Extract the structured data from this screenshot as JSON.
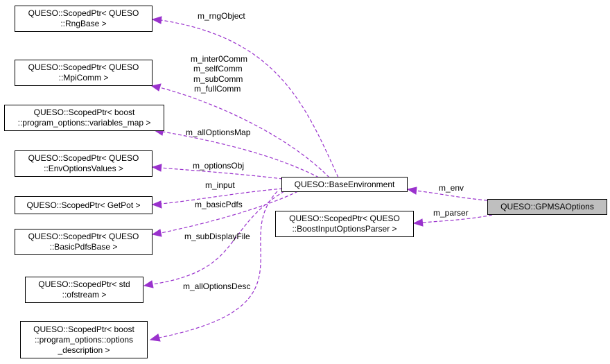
{
  "colors": {
    "edge": "#9a32cd",
    "node_border": "#000000",
    "highlight_fill": "#bfbfbf"
  },
  "nodes": {
    "rng": {
      "line1": "QUESO::ScopedPtr< QUESO",
      "line2": "::RngBase >"
    },
    "mpi": {
      "line1": "QUESO::ScopedPtr< QUESO",
      "line2": "::MpiComm >"
    },
    "varmap": {
      "line1": "QUESO::ScopedPtr< boost",
      "line2": "::program_options::variables_map >"
    },
    "envopts": {
      "line1": "QUESO::ScopedPtr< QUESO",
      "line2": "::EnvOptionsValues >"
    },
    "getpot": {
      "line1": "QUESO::ScopedPtr< GetPot >"
    },
    "basicpdfs": {
      "line1": "QUESO::ScopedPtr< QUESO",
      "line2": "::BasicPdfsBase >"
    },
    "ofstream": {
      "line1": "QUESO::ScopedPtr< std",
      "line2": "::ofstream >"
    },
    "optdesc": {
      "line1": "QUESO::ScopedPtr< boost",
      "line2": "::program_options::options",
      "line3": "_description >"
    },
    "baseenv": {
      "line1": "QUESO::BaseEnvironment"
    },
    "parser": {
      "line1": "QUESO::ScopedPtr< QUESO",
      "line2": "::BoostInputOptionsParser >"
    },
    "gpmsa": {
      "line1": "QUESO::GPMSAOptions"
    }
  },
  "labels": {
    "rng": "m_rngObject",
    "comm1": "m_inter0Comm",
    "comm2": "m_selfComm",
    "comm3": "m_subComm",
    "comm4": "m_fullComm",
    "varmap": "m_allOptionsMap",
    "envopts": "m_optionsObj",
    "input": "m_input",
    "basicpdfs": "m_basicPdfs",
    "display": "m_subDisplayFile",
    "optdesc": "m_allOptionsDesc",
    "env": "m_env",
    "parser": "m_parser"
  }
}
